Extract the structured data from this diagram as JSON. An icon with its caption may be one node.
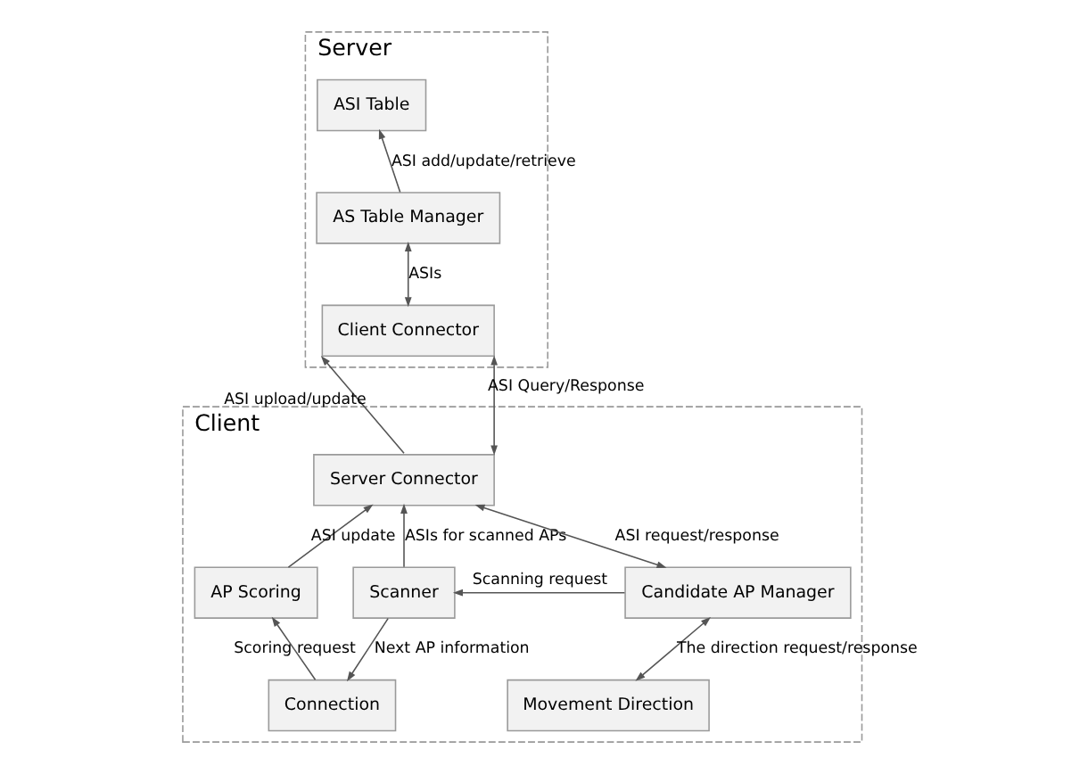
{
  "diagram": {
    "nodes": [
      {
        "text": [
          "Server"
        ]
      },
      {
        "text": [
          "ASI Table"
        ],
        "in": 0
      },
      {
        "text": [
          "AS Table Manager"
        ],
        "in": 0
      },
      {
        "text": [
          "Client Connector"
        ],
        "in": 0
      },
      {
        "text": [
          "Client"
        ]
      },
      {
        "text": [
          "Server Connector"
        ],
        "in": 4
      },
      {
        "text": [
          "AP Scoring"
        ],
        "in": 4
      },
      {
        "text": [
          "Scanner"
        ],
        "in": 4
      },
      {
        "text": [
          "Candidate AP Manager"
        ],
        "in": 4
      },
      {
        "text": [
          "Connection"
        ],
        "in": 4
      },
      {
        "text": [
          "Movement Direction"
        ],
        "in": 4
      }
    ],
    "edges": [
      {
        "from": 2,
        "to": 1,
        "arrow": "to",
        "label": "ASI add/update/retrieve"
      },
      {
        "from": 2,
        "to": 3,
        "arrow": "both",
        "label": "ASIs"
      },
      {
        "from": 5,
        "to": 3,
        "arrow": "to",
        "label": "ASI upload/update"
      },
      {
        "from": 3,
        "to": 5,
        "arrow": "both",
        "label": "ASI Query/Response"
      },
      {
        "from": 6,
        "to": 5,
        "arrow": "to",
        "label": "ASI update"
      },
      {
        "from": 7,
        "to": 5,
        "arrow": "to",
        "label": "ASIs for scanned APs"
      },
      {
        "from": 8,
        "to": 5,
        "arrow": "both",
        "label": "ASI request/response"
      },
      {
        "from": 8,
        "to": 7,
        "arrow": "to",
        "label": "Scanning request"
      },
      {
        "from": 7,
        "to": 9,
        "arrow": "to",
        "label": "Next AP information"
      },
      {
        "from": 9,
        "to": 6,
        "arrow": "to",
        "label": "Scoring request"
      },
      {
        "from": 8,
        "to": 10,
        "arrow": "both",
        "label": "The direction request/response"
      }
    ]
  }
}
